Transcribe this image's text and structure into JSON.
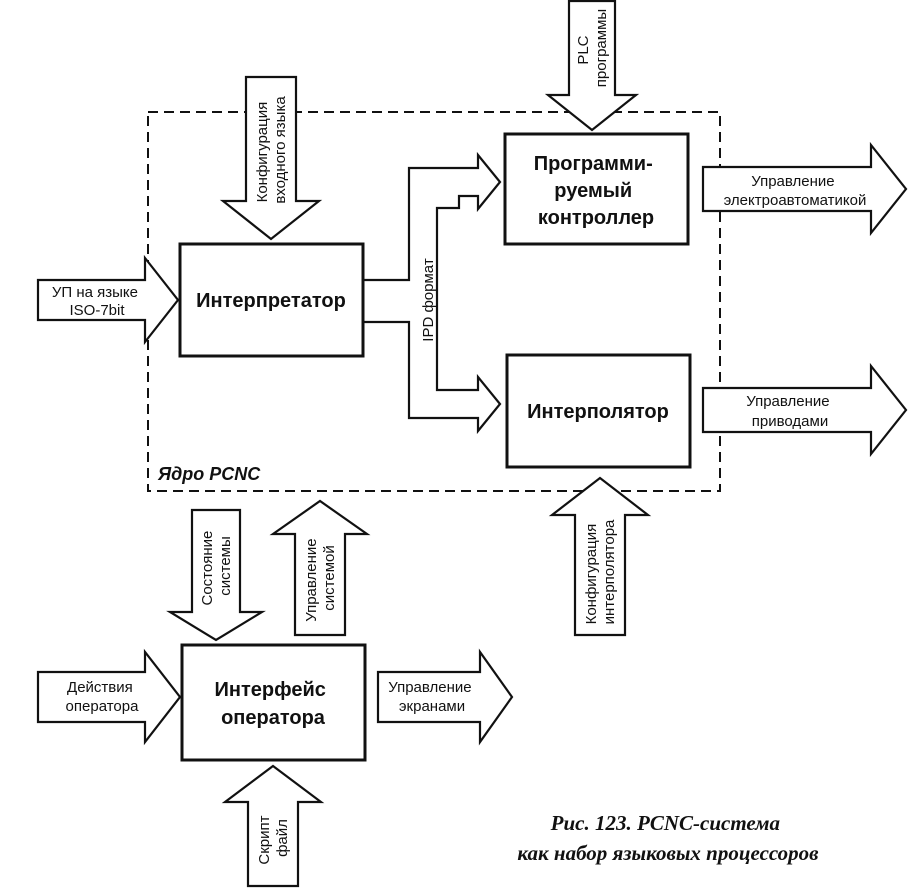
{
  "core": {
    "label": "Ядро PCNC"
  },
  "blocks": {
    "interpreter": {
      "label": "Интерпретатор"
    },
    "plc": {
      "lines": [
        "Программи-",
        "руемый",
        "контроллер"
      ]
    },
    "interpolator": {
      "label": "Интерполятор"
    },
    "operator_interface": {
      "lines": [
        "Интерфейс",
        "оператора"
      ]
    }
  },
  "flows": {
    "up_input": {
      "lines": [
        "УП на языке",
        "ISO-7bit"
      ]
    },
    "lang_config": {
      "lines": [
        "Конфигурация",
        "входного языка"
      ]
    },
    "plc_programs": {
      "lines": [
        "PLC",
        "программы"
      ]
    },
    "ipd": {
      "label": "IPD формат"
    },
    "electro_control": {
      "lines": [
        "Управление",
        "электроавтоматикой"
      ]
    },
    "drives_control": {
      "lines": [
        "Управление",
        "приводами"
      ]
    },
    "interp_config": {
      "lines": [
        "Конфигурация",
        "интерполятора"
      ]
    },
    "system_state": {
      "lines": [
        "Состояние",
        "системы"
      ]
    },
    "system_control": {
      "lines": [
        "Управление",
        "системой"
      ]
    },
    "operator_actions": {
      "lines": [
        "Действия",
        "оператора"
      ]
    },
    "screen_control": {
      "lines": [
        "Управление",
        "экранами"
      ]
    },
    "script_file": {
      "lines": [
        "Скрипт",
        "файл"
      ]
    }
  },
  "caption": {
    "lines": [
      "Рис. 123. PCNC-система",
      "как набор языковых процессоров"
    ]
  }
}
